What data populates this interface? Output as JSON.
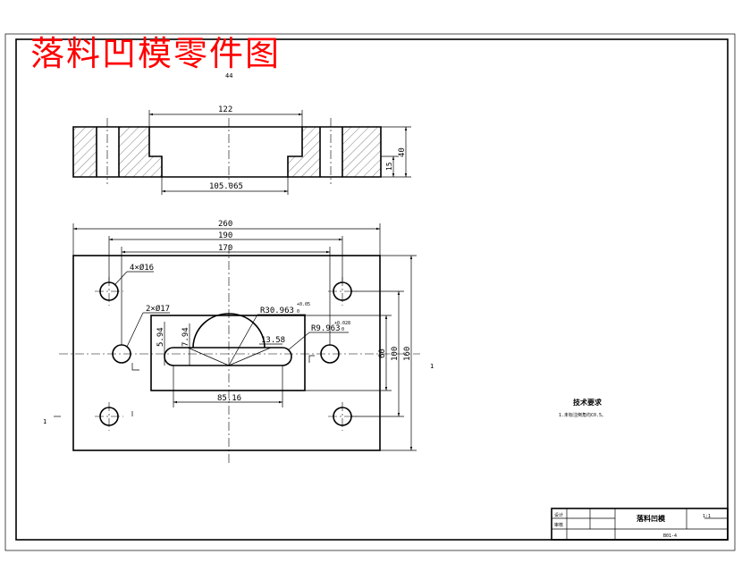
{
  "title": "落料凹模零件图",
  "top_mark": "44",
  "section_view": {
    "dims": {
      "top_width": "122",
      "bottom_width": "105.065",
      "height": "40",
      "step": "15"
    }
  },
  "plan_view": {
    "dims": {
      "overall_width": "260",
      "hole_span": "190",
      "inner_span": "170",
      "slot_length": "85.16",
      "height_total": "160",
      "height_mid": "100",
      "height_inner": "60",
      "right_side_mark": "1",
      "left_side_mark": "1"
    },
    "callouts": {
      "four_holes": "4×Ø16",
      "two_holes": "2×Ø17",
      "arc_radius": "R30.963",
      "arc_tol": "+0.05",
      "arc_tol2": "0",
      "slot_radius": "R9.963",
      "slot_tol": "+0.028",
      "slot_tol2": "0",
      "dim_594": "5.94",
      "dim_794": "7.94",
      "dim_1358": "13.58"
    }
  },
  "notes": {
    "heading": "技术要求",
    "line1": "1.未标注倒角均C0.5。"
  },
  "title_block": {
    "part_name": "落料凹模",
    "scale": "1:1",
    "drawing_no": "B01-4",
    "designer_label": "设计",
    "reviewer_label": "审核"
  }
}
